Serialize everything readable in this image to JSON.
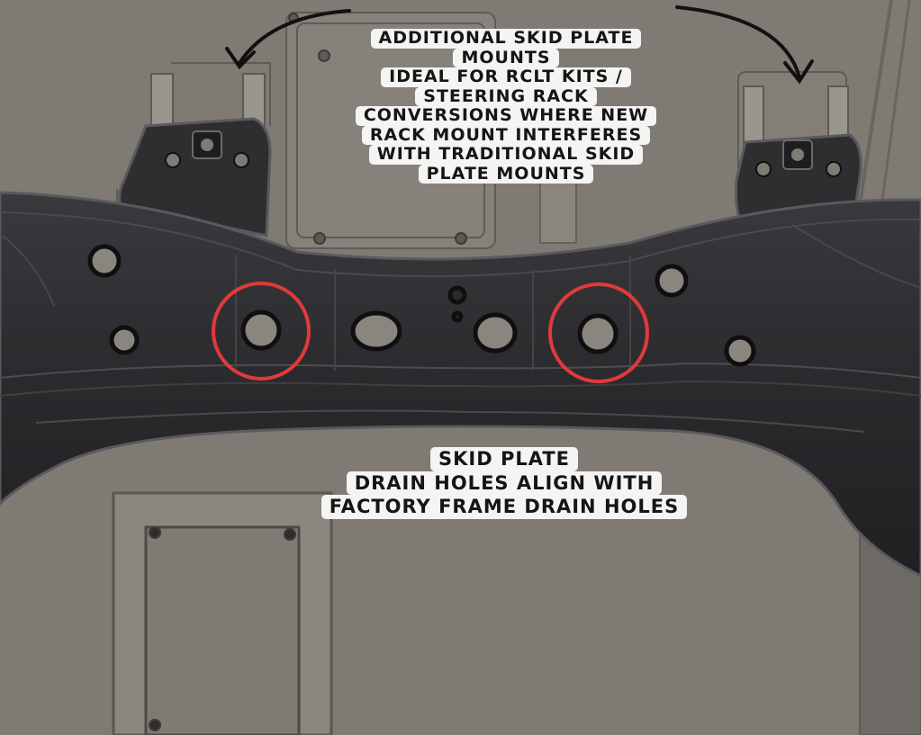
{
  "annotations": {
    "top_callout": [
      "ADDITIONAL SKID PLATE",
      "MOUNTS",
      "IDEAL FOR RCLT KITS /",
      "STEERING RACK",
      "CONVERSIONS WHERE NEW",
      "RACK MOUNT INTERFERES",
      "WITH TRADITIONAL SKID",
      "PLATE MOUNTS"
    ],
    "bottom_callout": [
      "SKID PLATE",
      "DRAIN HOLES ALIGN WITH",
      "FACTORY FRAME DRAIN HOLES"
    ]
  },
  "colors": {
    "background": "#7f7a73",
    "frame": "#2b2b2e",
    "frame_edge": "#5a5a5e",
    "highlight_circle": "#e03a3a",
    "arrow": "#111111",
    "label_bg": "#f4f4f2"
  }
}
